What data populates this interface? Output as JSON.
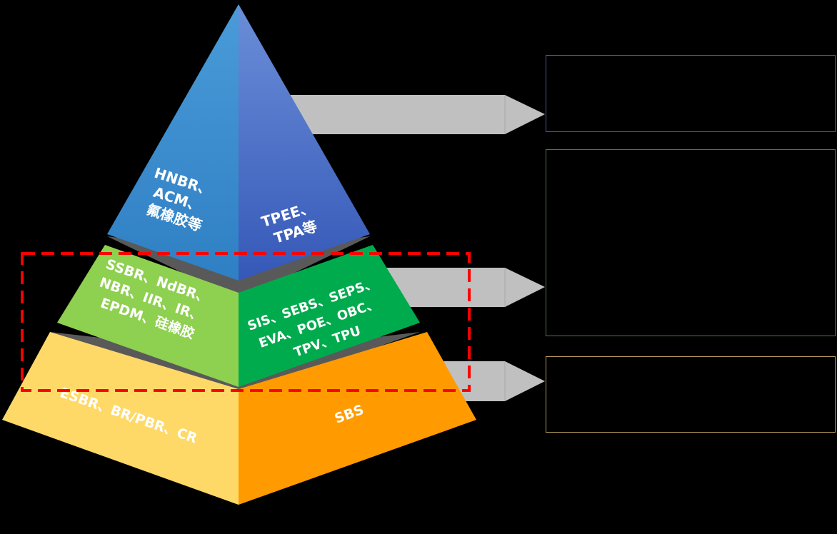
{
  "pyramid": {
    "top": {
      "left_lines": [
        "HNBR、",
        "ACM、",
        "氟橡胶等"
      ],
      "right_lines": [
        "TPEE、",
        "TPA等"
      ],
      "colors": {
        "left": "#3a86c8",
        "right": "#3f63c2"
      }
    },
    "middle": {
      "left_lines": [
        "SSBR、NdBR、",
        "NBR、IIR、IR、",
        "EPDM、硅橡胶"
      ],
      "right_lines": [
        "SIS、SEBS、SEPS、",
        "EVA、POE、OBC、",
        "TPV、TPU"
      ],
      "colors": {
        "left": "#8ed04f",
        "right": "#00ab4d"
      }
    },
    "bottom": {
      "left_lines": [
        "ESBR、BR/PBR、CR"
      ],
      "right_lines": [
        "SBS"
      ],
      "colors": {
        "left": "#ffd968",
        "right": "#ff9b00"
      }
    },
    "separator_color": "#595959"
  },
  "arrows": {
    "color": "#c0c0c0",
    "count": 3
  },
  "boxes": {
    "border_colors": [
      "#4a5aa8",
      "#4e7a43",
      "#b59a5c"
    ]
  },
  "highlight": {
    "color": "#ff0000",
    "style": "dashed"
  }
}
